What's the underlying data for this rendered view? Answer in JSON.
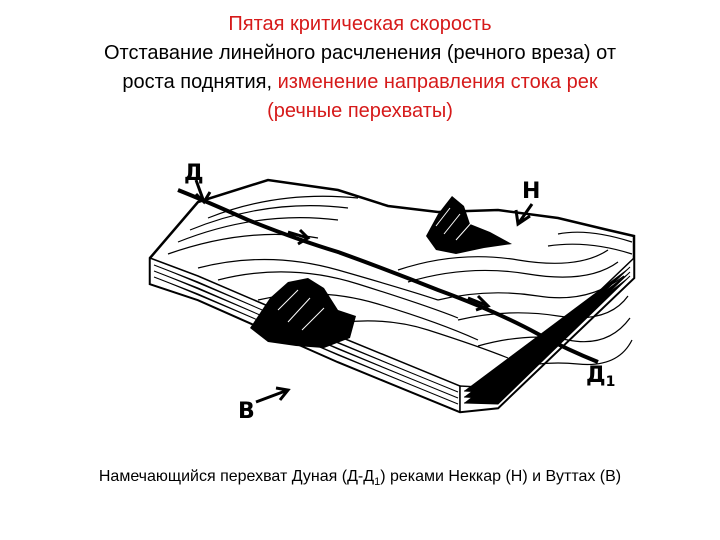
{
  "slide": {
    "title_line1": "Пятая критическая скорость",
    "title_line2": "Отставание линейного расчленения (речного вреза) от",
    "title_line3_black": "роста поднятия,",
    "title_line3_red": " изменение направления стока рек",
    "title_line4": "(речные перехваты)",
    "caption_before_sub": "Намечающийся перехват Дуная (Д-Д",
    "caption_sub": "1",
    "caption_after_sub": ") реками Неккар (Н) и Вуттах (В)"
  },
  "figure": {
    "label_d": "Д",
    "label_n": "Н",
    "label_v": "В",
    "label_d1": "Д",
    "label_d1_sub": "1",
    "ink_color": "#000000"
  },
  "colors": {
    "title_black": "#000000",
    "title_red": "#d61a1a",
    "background": "#ffffff"
  }
}
